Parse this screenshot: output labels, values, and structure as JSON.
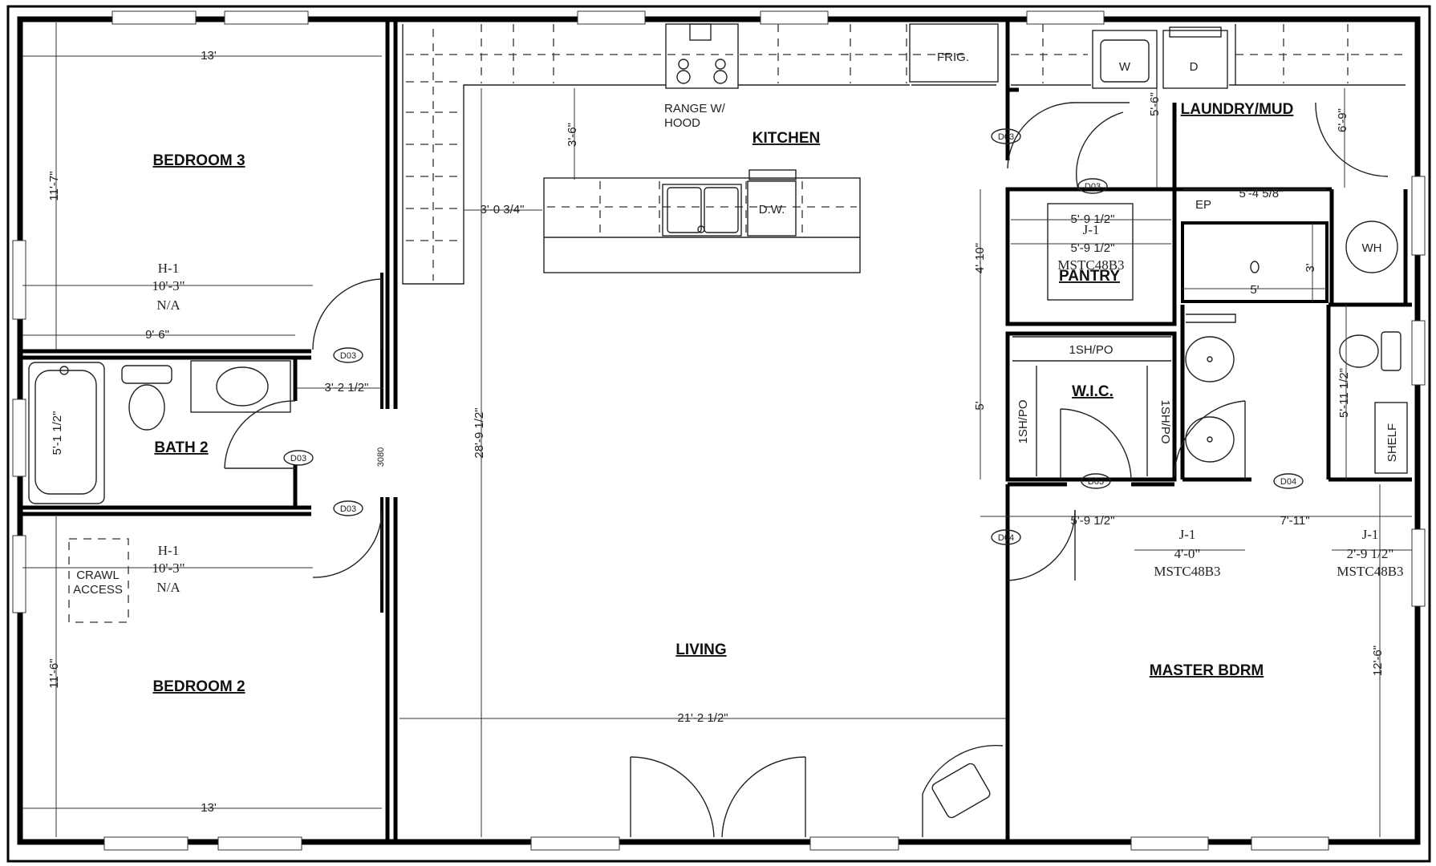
{
  "rooms": {
    "bedroom3": "BEDROOM 3",
    "bath2": "BATH 2",
    "bedroom2": "BEDROOM 2",
    "kitchen": "KITCHEN",
    "living": "LIVING",
    "laundry": "LAUNDRY/MUD",
    "pantry": "PANTRY",
    "wic": "W.I.C.",
    "master": "MASTER BDRM"
  },
  "fixtures": {
    "range": "RANGE W/",
    "hood": "HOOD",
    "frig": "FRIG.",
    "dw": "D.W.",
    "washer": "W",
    "dryer": "D",
    "ep": "EP",
    "wh": "WH",
    "crawl": "CRAWL",
    "access": "ACCESS",
    "shelf_wic_left": "1SH/PO",
    "shelf_wic_right": "1SH/PO",
    "shelf_wic_top": "1SH/PO",
    "shelf": "SHELF"
  },
  "dimensions": {
    "bed3_top": "13'",
    "bed3_depth": "11'-7\"",
    "bed3_h1": "10'-3\"",
    "bed3_96": "9'-6\"",
    "bath_tub": "5'-1 1/2\"",
    "hall_width": "3'-2 1/2\"",
    "bed2_h1": "10'-3\"",
    "bed2_depth": "11'-6\"",
    "bed2_bottom": "13'",
    "kitchen_36": "3'-6\"",
    "kitchen_3034": "3'-0 3/4\"",
    "living_depth": "28'-9 1/2\"",
    "living_width": "21'-2 1/2\"",
    "laundry_56": "5'-6\"",
    "laundry_69": "6'-9\"",
    "ep_width": "5'-4 5/8\"",
    "pantry_w1": "5'-9 1/2\"",
    "pantry_w2": "5'-9 1/2\"",
    "pantry_h": "4'-10\"",
    "shower_5": "5'",
    "shower_3": "3'",
    "wic_5": "5'",
    "wc_5111": "5'-11 1/2\"",
    "wic_bottom": "5'-9 1/2\"",
    "bath_711": "7'-11\"",
    "master_126": "12'-6\"",
    "hdr_40": "4'-0\"",
    "hdr_29": "2'-9 1/2\"",
    "door_3080": "3080"
  },
  "notes": {
    "h1_a": "H-1",
    "na_a": "N/A",
    "h1_b": "H-1",
    "na_b": "N/A",
    "j1_pantry": "J-1",
    "mstc_pantry": "MSTC48B3",
    "j1_master_a": "J-1",
    "mstc_master_a": "MSTC48B3",
    "j1_master_b": "J-1",
    "mstc_master_b": "MSTC48B3"
  },
  "door_tags": {
    "t1": "D03",
    "t2": "D03",
    "t3": "D03",
    "t4": "D03",
    "t5": "D03",
    "t6": "D03",
    "t7": "D04",
    "t8": "D04"
  }
}
